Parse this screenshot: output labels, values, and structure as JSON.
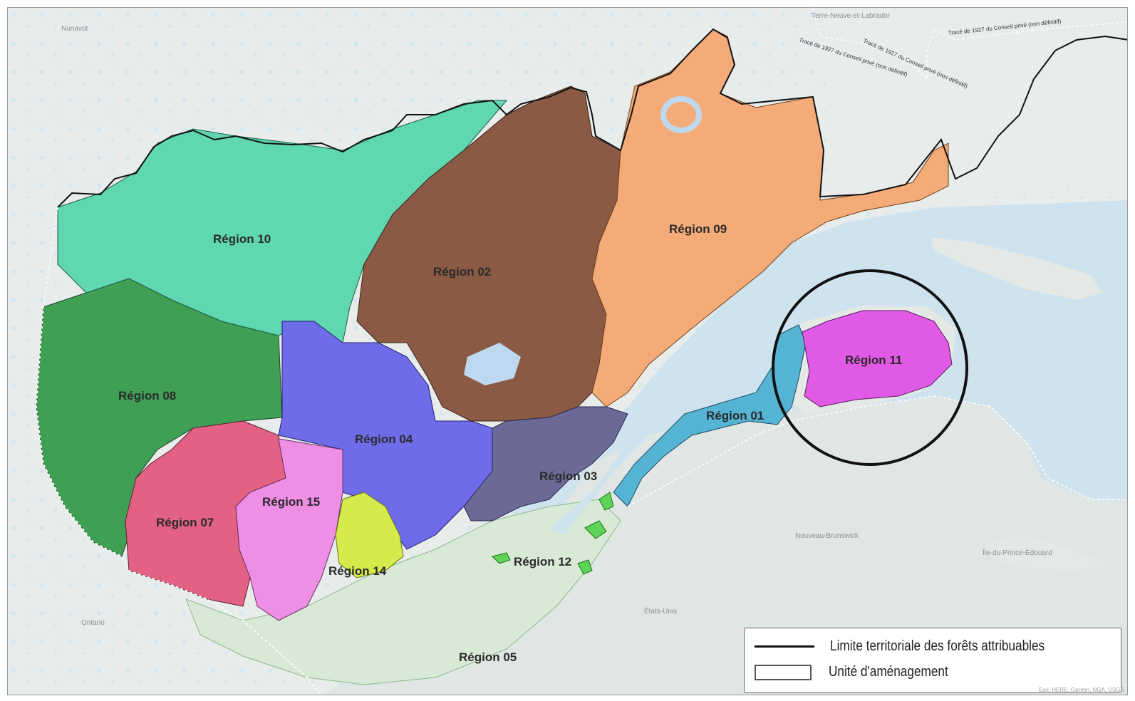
{
  "map": {
    "colors": {
      "water": "#cfe3ee",
      "land": "#e8ecea",
      "region_01": "#55b3d4",
      "region_02": "#8a5a45",
      "region_03": "#6c6997",
      "region_04": "#6e6ce8",
      "region_05": "#cfe8cf",
      "region_07": "#e36284",
      "region_08": "#3fa054",
      "region_09": "#f4ab78",
      "region_10": "#5fd7b0",
      "region_11": "#e15ae5",
      "region_12": "#5ed457",
      "region_14": "#d6ea4c",
      "region_15": "#ee8ee5",
      "highlight": "#111111"
    },
    "regions": [
      {
        "id": "10",
        "label": "Région 10"
      },
      {
        "id": "02",
        "label": "Région 02"
      },
      {
        "id": "09",
        "label": "Région 09"
      },
      {
        "id": "08",
        "label": "Région 08"
      },
      {
        "id": "04",
        "label": "Région 04"
      },
      {
        "id": "11",
        "label": "Région 11"
      },
      {
        "id": "01",
        "label": "Région 01"
      },
      {
        "id": "03",
        "label": "Région 03"
      },
      {
        "id": "15",
        "label": "Région 15"
      },
      {
        "id": "07",
        "label": "Région 07"
      },
      {
        "id": "12",
        "label": "Région 12"
      },
      {
        "id": "14",
        "label": "Région 14"
      },
      {
        "id": "05",
        "label": "Région 05"
      }
    ],
    "highlighted_region": "Région 11",
    "places": {
      "nunavut": "Nunavut",
      "labrador": "Terre-Neuve-et-Labrador",
      "nouveau_brunswick": "Nouveau-Brunswick",
      "ile_pe": "Île-du-Prince-Édouard",
      "etats_unis": "États-Unis",
      "ontario": "Ontario"
    },
    "border_notes": {
      "trace_1": "Tracé de 1927 du Conseil privé (non définitif)",
      "trace_2": "Tracé de 1927 du Conseil privé (non définitif)",
      "trace_3": "Tracé de 1927 du Conseil privé (non définitif)"
    }
  },
  "legend": {
    "items": [
      {
        "label": "Limite territoriale des forêts attribuables",
        "symbol": "line"
      },
      {
        "label": "Unité d'aménagement",
        "symbol": "box"
      }
    ]
  },
  "attribution": "Esri, HERE, Garmin, NGA, USGS"
}
